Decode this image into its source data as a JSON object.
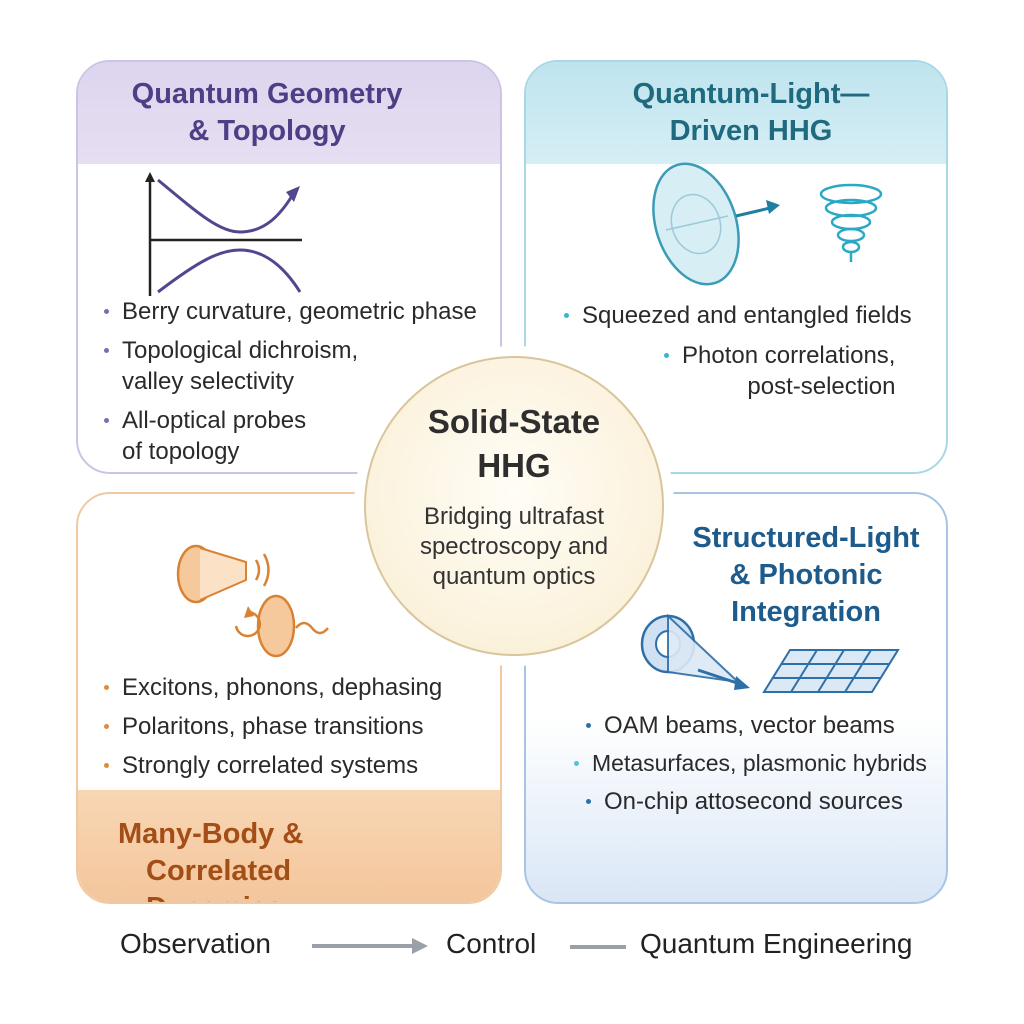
{
  "center": {
    "title_line1": "Solid-State",
    "title_line2": "HHG",
    "subtitle_line1": "Bridging ultrafast",
    "subtitle_line2": "spectroscopy and",
    "subtitle_line3": "quantum optics"
  },
  "panels": {
    "geometry": {
      "title_line1": "Quantum Geometry",
      "title_line2": "& Topology",
      "bullets": [
        {
          "line1": "Berry curvature, geometric phase",
          "line2": ""
        },
        {
          "line1": "Topological dichroism,",
          "line2": "valley selectivity"
        },
        {
          "line1": "All-optical probes",
          "line2": "of topology"
        }
      ],
      "accent": "#5b4a96"
    },
    "quantum_light": {
      "title_line1": "Quantum-Light—",
      "title_line2": "Driven HHG",
      "bullets": [
        {
          "line1": "Squeezed and entangled fields",
          "line2": ""
        },
        {
          "line1": "Photon correlations,",
          "line2": "post-selection"
        }
      ],
      "accent": "#2aa3bd"
    },
    "many_body": {
      "title_line1": "Many-Body &",
      "title_line2": "Correlated Dynamics",
      "bullets": [
        {
          "line1": "Excitons, phonons, dephasing"
        },
        {
          "line1": "Polaritons, phase transitions"
        },
        {
          "line1": "Strongly correlated systems"
        }
      ],
      "accent": "#e08a3c"
    },
    "structured_light": {
      "title_line1": "Structured-Light",
      "title_line2": "& Photonic",
      "title_line3": "Integration",
      "bullets": [
        {
          "line1": "OAM beams, vector beams"
        },
        {
          "line1": "Metasurfaces, plasmonic hybrids"
        },
        {
          "line1": "On-chip attosecond sources"
        }
      ],
      "accent": "#2f6fa8"
    }
  },
  "flow": {
    "step1": "Observation",
    "step2": "Control",
    "step3": "Quantum Engineering"
  }
}
